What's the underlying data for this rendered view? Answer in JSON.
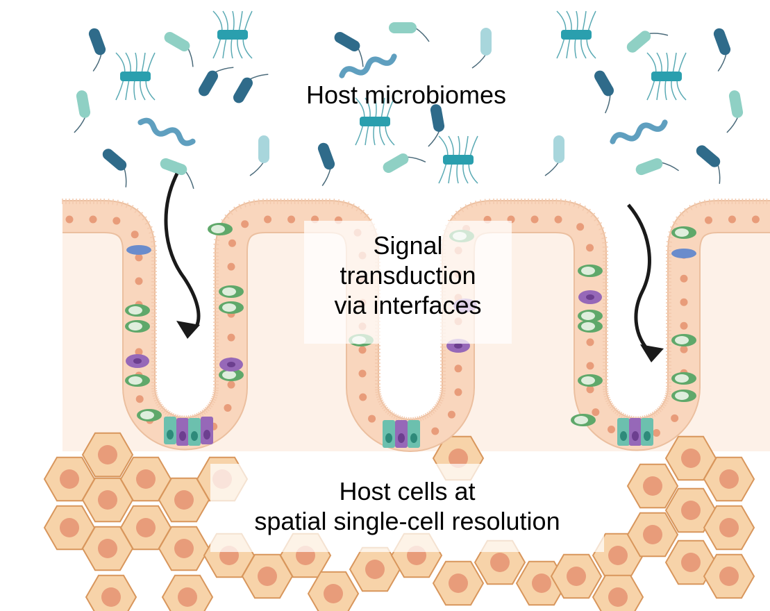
{
  "labels": {
    "microbiomes": "Host microbiomes",
    "signal_line1": "Signal",
    "signal_line2": "transduction",
    "signal_line3": "via interfaces",
    "host_line1": "Host cells at",
    "host_line2": "spatial single-cell resolution"
  },
  "colors": {
    "tissue_background": "#fdf1e8",
    "epithelium": "#f9d6bd",
    "epithelium_outline": "#ebbf9f",
    "nucleus": "#e89c7a",
    "goblet_cell": "#5fa86a",
    "tuft_cell": "#9668b8",
    "stem_cell": "#6cc0ae",
    "immune_cell": "#6a8ccc",
    "host_cell": "#f7d3a9",
    "host_cell_outline": "#d8965c",
    "bacteria_dark": "#2f6b8a",
    "bacteria_teal": "#2a9fae",
    "bacteria_light": "#8fd0c4",
    "arrow": "#1a1a1a"
  },
  "icons": [
    "bacteria-icon",
    "intestinal-crypt-icon",
    "host-cell-icon",
    "arrow-icon"
  ]
}
